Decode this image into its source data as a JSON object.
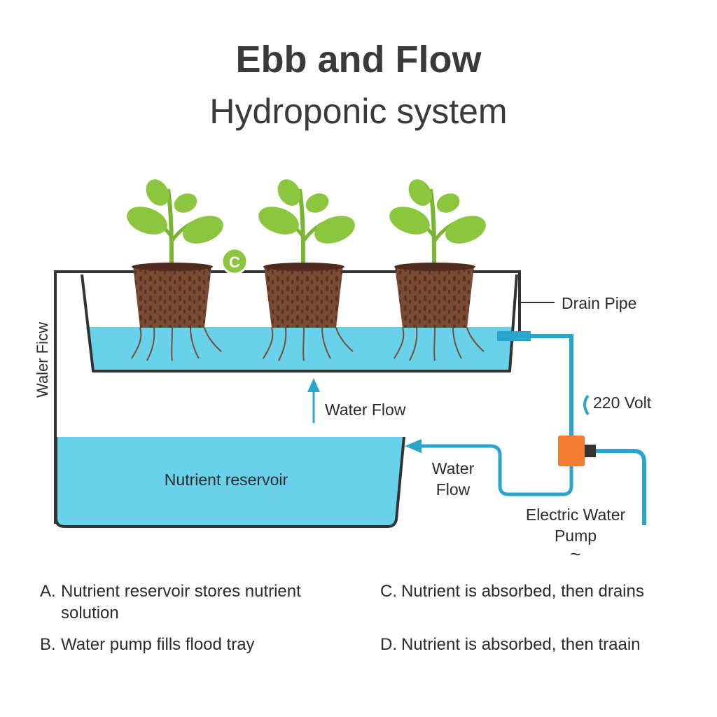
{
  "title": "Ebb and Flow",
  "subtitle": "Hydroponic system",
  "labels": {
    "drain_pipe": "Drain Pipe",
    "voltage": "220 Volt",
    "water_flow_up": "Water Flow",
    "water_flow_return_line1": "Water",
    "water_flow_return_line2": "Flow",
    "pump_line1": "Electric Water",
    "pump_line2": "Pump",
    "pump_symbol": "~",
    "reservoir": "Nutrient reservoir",
    "side_label": "Waler Ficw",
    "marker": "C"
  },
  "captions": [
    {
      "letter": "A.",
      "text": "Nutrient reservoir stores nutrient solution"
    },
    {
      "letter": "B.",
      "text": "Water pump fills flood tray"
    },
    {
      "letter": "C.",
      "text": "Nutrient is absorbed, then drains"
    },
    {
      "letter": "D.",
      "text": "Nutrient is absorbed, then traain"
    }
  ],
  "colors": {
    "water": "#67d2ea",
    "pipe": "#2aa6cc",
    "outline": "#333333",
    "leaf": "#8cc63f",
    "stem": "#7bb534",
    "pot": "#7a4a35",
    "pot_dark": "#5a3323",
    "pump": "#f47c30",
    "marker": "#8cc63f",
    "arrow": "#2aa6cc"
  }
}
